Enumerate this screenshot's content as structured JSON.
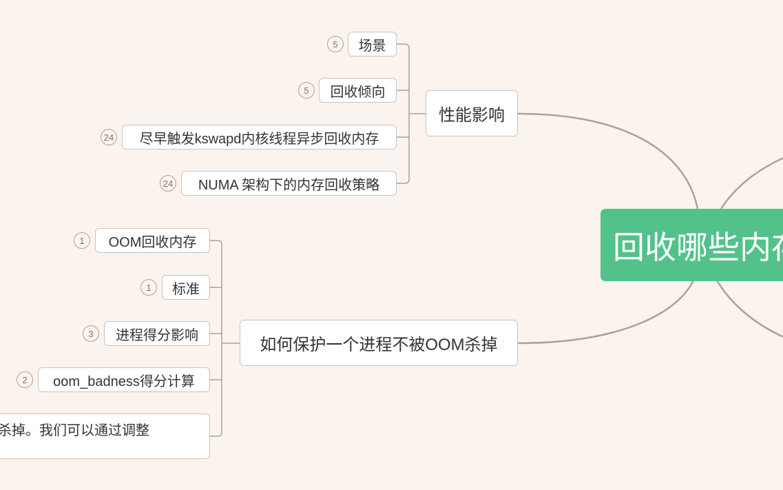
{
  "root": {
    "label": "回收哪些内存"
  },
  "branches": [
    {
      "label": "性能影响",
      "children": [
        {
          "label": "场景",
          "badge": "5"
        },
        {
          "label": "回收倾向",
          "badge": "5"
        },
        {
          "label": "尽早触发kswapd内核线程异步回收内存",
          "badge": "24"
        },
        {
          "label": "NUMA 架构下的内存回收策略",
          "badge": "24"
        }
      ]
    },
    {
      "label": "如何保护一个进程不被OOM杀掉",
      "children": [
        {
          "label": "OOM回收内存",
          "badge": "1"
        },
        {
          "label": "标准",
          "badge": "1"
        },
        {
          "label": "进程得分影响",
          "badge": "3"
        },
        {
          "label": "oom_badness得分计算",
          "badge": "2"
        },
        {
          "label": "杀掉。我们可以通过调整"
        }
      ]
    }
  ],
  "colors": {
    "background": "#faf3ee",
    "root": "#52c28a",
    "connector": "#a8a29c"
  }
}
